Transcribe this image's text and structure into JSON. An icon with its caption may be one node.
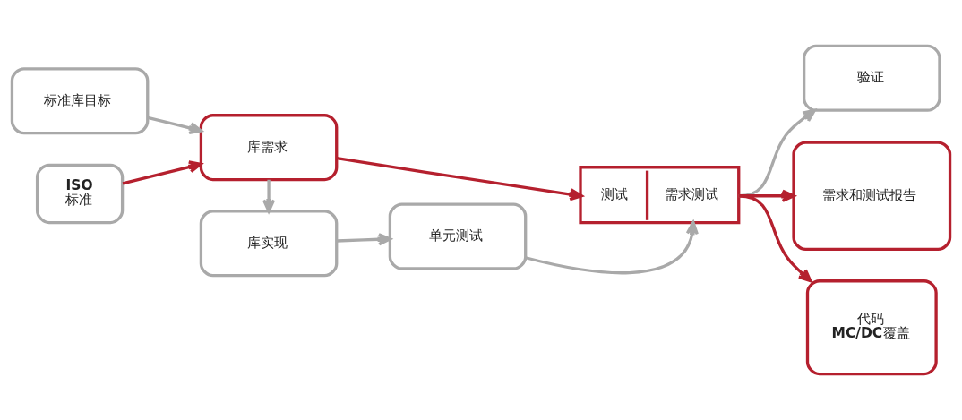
{
  "diagram": {
    "nodes": [
      {
        "text": [
          "标准库目标"
        ]
      },
      {
        "text": [
          "验证"
        ]
      },
      {
        "text": [
          "ISO",
          "标准"
        ]
      },
      {
        "text": [
          "库需求"
        ]
      },
      {
        "text": [
          "测试",
          "需求测试"
        ]
      },
      {
        "text": [
          "需求和测试报告"
        ]
      },
      {
        "text": [
          "库实现"
        ]
      },
      {
        "text": [
          "单元测试"
        ]
      },
      {
        "text": [
          "代码",
          "**MC/DC**覆盖"
        ]
      }
    ],
    "edges": [
      {
        "from": 0,
        "to": 3,
        "arrow": "to"
      },
      {
        "from": 2,
        "to": 3,
        "arrow": "to",
        "color": "#b5202e"
      },
      {
        "from": 3,
        "to": 4,
        "arrow": "to",
        "color": "#b5202e"
      },
      {
        "from": 3,
        "to": 6,
        "arrow": "to"
      },
      {
        "from": 6,
        "to": 7,
        "arrow": "to"
      },
      {
        "from": 7,
        "to": 4,
        "arrow": "to"
      },
      {
        "from": 4,
        "to": 1,
        "arrow": "to"
      },
      {
        "from": 4,
        "to": 5,
        "arrow": "to",
        "color": "#b5202e"
      },
      {
        "from": 4,
        "to": 8,
        "arrow": "to",
        "color": "#b5202e"
      }
    ]
  }
}
